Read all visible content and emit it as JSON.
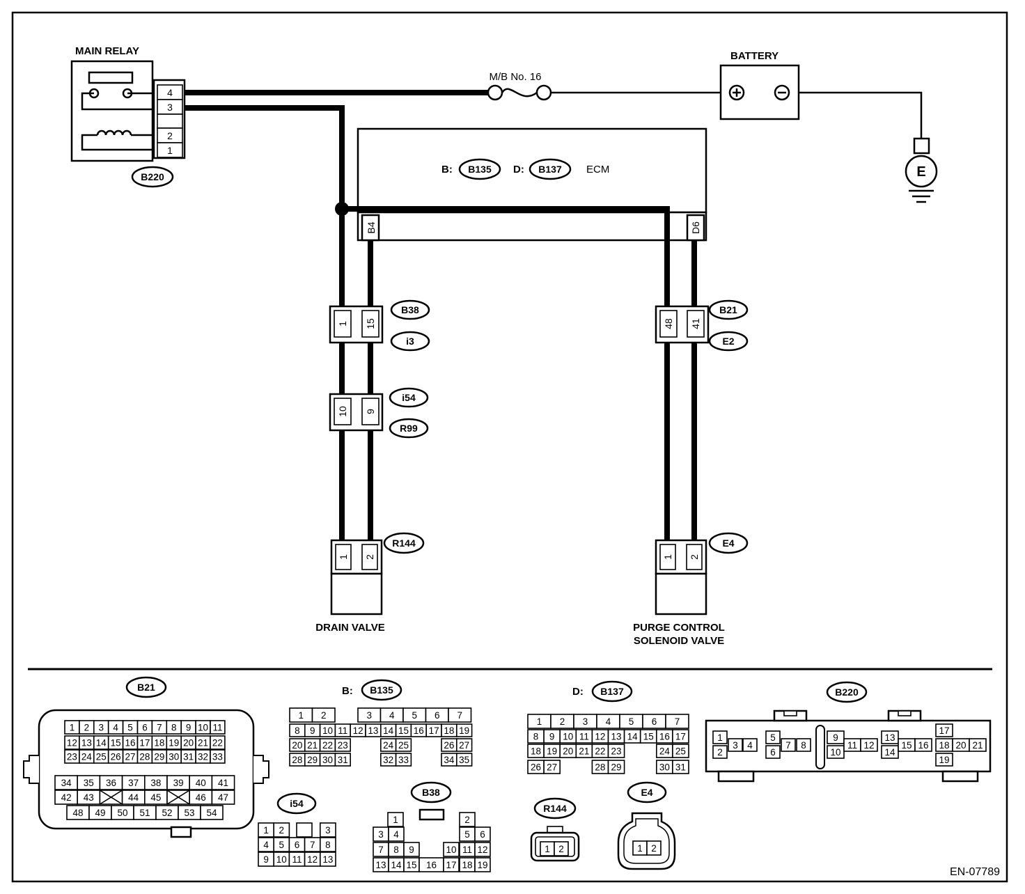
{
  "components": {
    "main_relay": "MAIN RELAY",
    "battery": "BATTERY",
    "fuse": "M/B No. 16",
    "ecm": "ECM",
    "ecm_prefix_b": "B:",
    "ecm_prefix_d": "D:",
    "drain_valve": "DRAIN VALVE",
    "purge_valve_line1": "PURGE CONTROL",
    "purge_valve_line2": "SOLENOID VALVE",
    "ground": "E",
    "battery_plus": "+",
    "battery_minus": "−"
  },
  "connectors": {
    "B220": "B220",
    "B135": "B135",
    "B137": "B137",
    "B38": "B38",
    "i3": "i3",
    "i54": "i54",
    "R99": "R99",
    "R144": "R144",
    "B21": "B21",
    "E2": "E2",
    "E4": "E4"
  },
  "pins": {
    "relay": [
      "4",
      "3",
      "2",
      "1"
    ],
    "ecm_b4": "B4",
    "ecm_d6": "D6",
    "b38_left": "1",
    "b38_right": "15",
    "i54_left": "10",
    "i54_right": "9",
    "r144_left": "1",
    "r144_right": "2",
    "b21_left": "48",
    "b21_right": "41",
    "e4_left": "1",
    "e4_right": "2"
  },
  "legend": {
    "b135_prefix": "B:",
    "b137_prefix": "D:",
    "b21_rows": [
      [
        "1",
        "2",
        "3",
        "4",
        "5",
        "6",
        "7",
        "8",
        "9",
        "10",
        "11"
      ],
      [
        "12",
        "13",
        "14",
        "15",
        "16",
        "17",
        "18",
        "19",
        "20",
        "21",
        "22"
      ],
      [
        "23",
        "24",
        "25",
        "26",
        "27",
        "28",
        "29",
        "30",
        "31",
        "32",
        "33"
      ],
      [
        "34",
        "35",
        "36",
        "37",
        "38",
        "39",
        "40",
        "41"
      ],
      [
        "42",
        "43",
        "",
        "44",
        "45",
        "",
        "46",
        "47"
      ],
      [
        "48",
        "49",
        "50",
        "51",
        "52",
        "53",
        "54"
      ]
    ],
    "b135_rows": [
      [
        "1",
        "2",
        "",
        "",
        "3",
        "4",
        "5",
        "6",
        "7"
      ],
      [
        "8",
        "9",
        "10",
        "11",
        "12",
        "13",
        "14",
        "15",
        "16",
        "17",
        "18",
        "19"
      ],
      [
        "20",
        "21",
        "22",
        "23",
        "",
        "",
        "24",
        "25",
        "",
        "",
        "26",
        "27"
      ],
      [
        "28",
        "29",
        "30",
        "31",
        "",
        "",
        "32",
        "33",
        "",
        "",
        "34",
        "35"
      ]
    ],
    "b137_rows": [
      [
        "1",
        "2",
        "3",
        "4",
        "5",
        "6",
        "7"
      ],
      [
        "8",
        "9",
        "10",
        "11",
        "12",
        "13",
        "14",
        "15",
        "16",
        "17"
      ],
      [
        "18",
        "19",
        "20",
        "21",
        "22",
        "23",
        "",
        "",
        "24",
        "25"
      ],
      [
        "26",
        "27",
        "",
        "",
        "28",
        "29",
        "",
        "",
        "30",
        "31"
      ]
    ],
    "b220_pins": [
      "1",
      "2",
      "3",
      "4",
      "5",
      "6",
      "7",
      "8",
      "9",
      "10",
      "11",
      "12",
      "13",
      "14",
      "15",
      "16",
      "17",
      "18",
      "19",
      "20",
      "21"
    ],
    "i54_rows": [
      [
        "1",
        "2",
        "",
        "3"
      ],
      [
        "4",
        "5",
        "6",
        "7",
        "8"
      ],
      [
        "9",
        "10",
        "11",
        "12",
        "13"
      ]
    ],
    "b38_rows": [
      [
        "1",
        "",
        "2"
      ],
      [
        "3",
        "4",
        "",
        "5",
        "6"
      ],
      [
        "7",
        "8",
        "9",
        "",
        "10",
        "11",
        "12"
      ],
      [
        "13",
        "14",
        "15",
        "16",
        "17",
        "18",
        "19"
      ]
    ],
    "r144_pins": [
      "1",
      "2"
    ],
    "e4_pins": [
      "1",
      "2"
    ]
  },
  "figure_id": "EN-07789"
}
